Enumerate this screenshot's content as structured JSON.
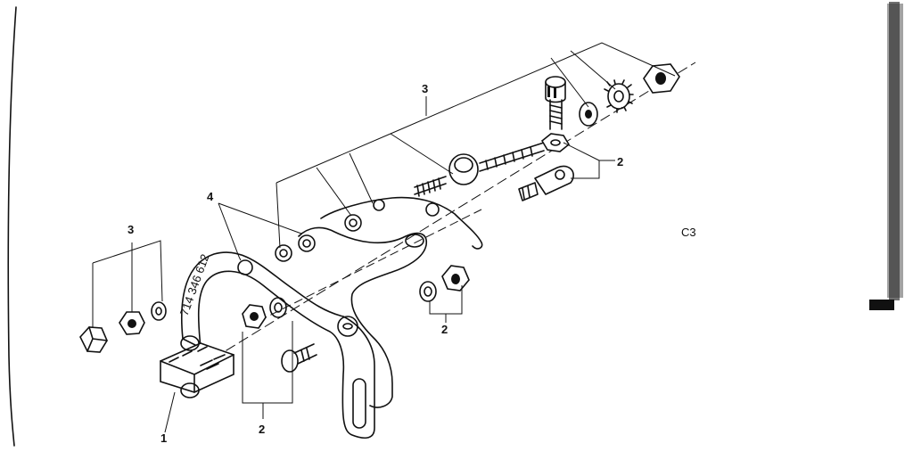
{
  "figure": {
    "code": "C3",
    "part_stamp": "714 346 612"
  },
  "callouts": [
    {
      "id": "c1",
      "label": "1"
    },
    {
      "id": "c2a",
      "label": "2"
    },
    {
      "id": "c2b",
      "label": "2"
    },
    {
      "id": "c2c",
      "label": "2"
    },
    {
      "id": "c3a",
      "label": "3"
    },
    {
      "id": "c3b",
      "label": "3"
    },
    {
      "id": "c4",
      "label": "4"
    }
  ]
}
